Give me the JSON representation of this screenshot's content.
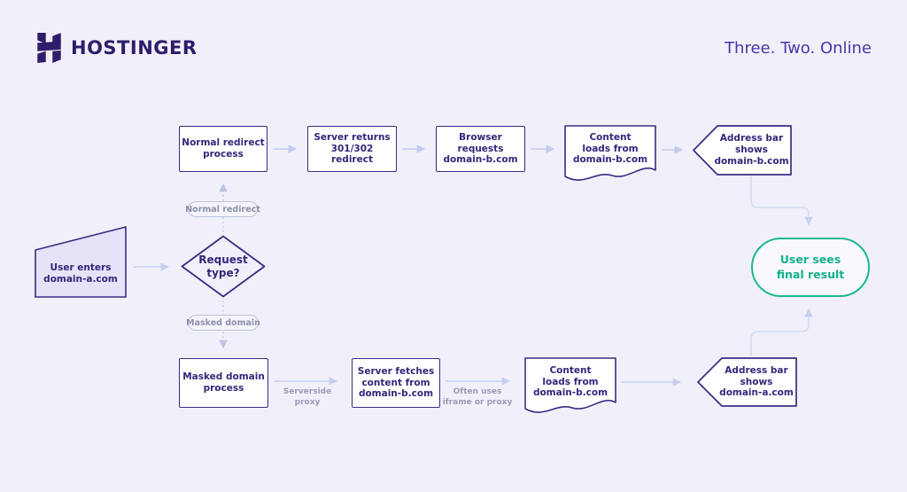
{
  "header": {
    "brand": "HOSTINGER",
    "tagline": "Three. Two. Online",
    "logo_icon": "hostinger-h-mark"
  },
  "palette": {
    "background": "#F1F0FA",
    "node_border": "#3B2B84",
    "node_text": "#33277B",
    "node_fill": "#FFFFFF",
    "start_fill": "#E5E3F8",
    "arrow": "#C4CBEC",
    "connector": "#D5DBF3",
    "dotted_arrow": "#BDC4E4",
    "pill_border": "#BFC4DC",
    "pill_text": "#8C90AA",
    "edge_label_text": "#9C9AB6",
    "success_green": "#1DB893",
    "brand_ink": "#2F1C6A",
    "tagline_ink": "#4638A6"
  },
  "diagram": {
    "start": "User enters\ndomain-a.com",
    "decision": "Request\ntype?",
    "branch_labels": {
      "top": "Normal redirect",
      "bottom": "Masked domain"
    },
    "top_path": {
      "step1": "Normal redirect\nprocess",
      "step2": "Server returns\n301/302\nredirect",
      "step3": "Browser\nrequests\ndomain-b.com",
      "step4": "Content\nloads from\ndomain-b.com",
      "step5": "Address bar\nshows\ndomain-b.com"
    },
    "bottom_path": {
      "step1": "Masked domain\nprocess",
      "edge1": "Serverside\nproxy",
      "step2": "Server fetches\ncontent from\ndomain-b.com",
      "edge2": "Often uses\niframe or proxy",
      "step3": "Content\nloads from\ndomain-b.com",
      "step4": "Address bar\nshows\ndomain-a.com"
    },
    "end": "User sees\nfinal result"
  }
}
